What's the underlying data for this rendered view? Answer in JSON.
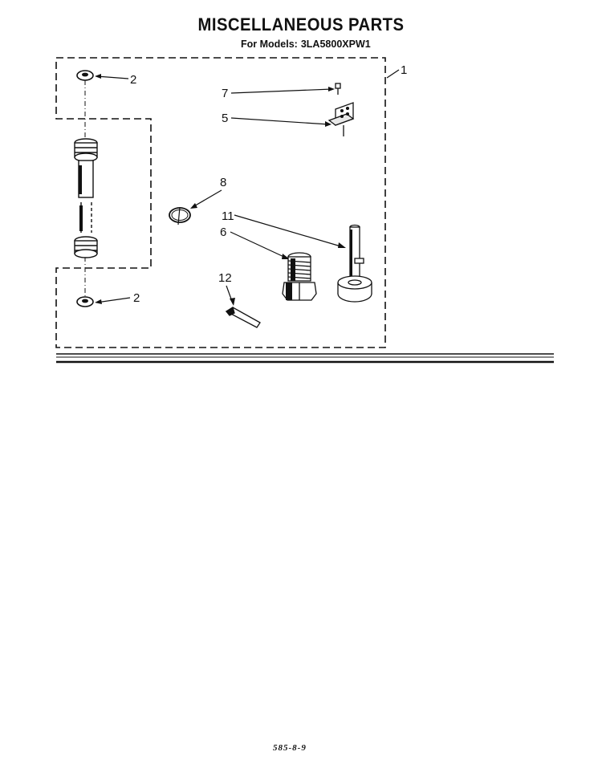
{
  "header": {
    "title": "MISCELLANEOUS PARTS",
    "models_prefix": "For Models:",
    "model": "3LA5800XPW1"
  },
  "callouts": {
    "c1": "1",
    "c2_top": "2",
    "c2_bottom": "2",
    "c5": "5",
    "c6": "6",
    "c7": "7",
    "c8": "8",
    "c11": "11",
    "c12": "12"
  },
  "footer": {
    "page_code": "585-8-9"
  }
}
